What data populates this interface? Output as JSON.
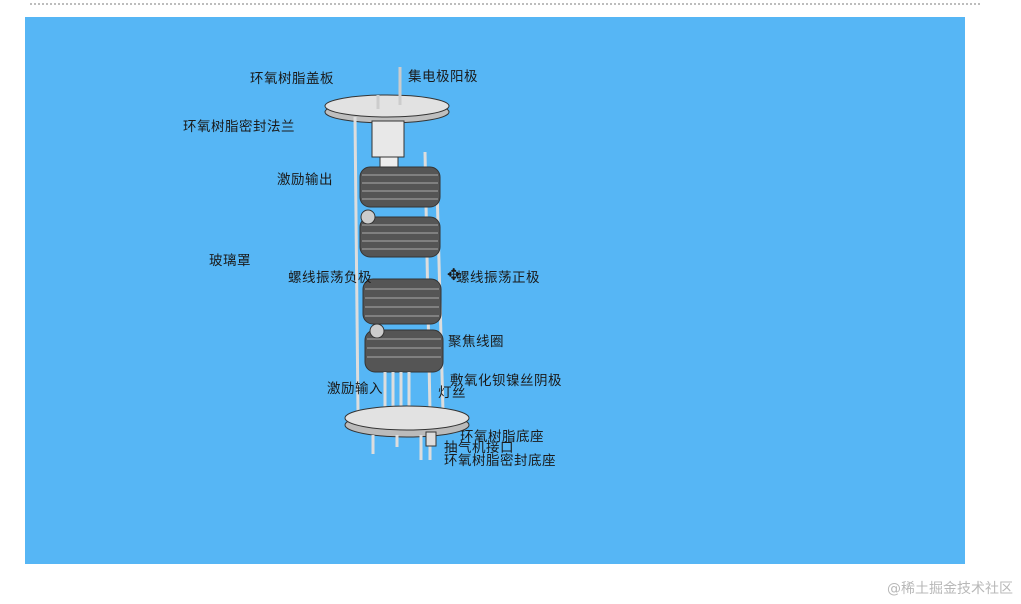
{
  "diagram": {
    "labels": {
      "epoxy_cover": "环氧树脂盖板",
      "collector_anode": "集电极阳极",
      "epoxy_seal_flange": "环氧树脂密封法兰",
      "excitation_output": "激励输出",
      "glass_cover": "玻璃罩",
      "helix_negative": "螺线振荡负极",
      "helix_positive": "螺线振荡正极",
      "focus_coil": "聚焦线圈",
      "excitation_input": "激励输入",
      "cathode": "敷氧化钡镍丝阴极",
      "filament": "灯丝",
      "epoxy_base": "环氧树脂底座",
      "pump_port": "抽气机接口",
      "epoxy_seal_base": "环氧树脂密封底座"
    },
    "background_color": "#56b6f5"
  },
  "watermark": "@稀土掘金技术社区"
}
